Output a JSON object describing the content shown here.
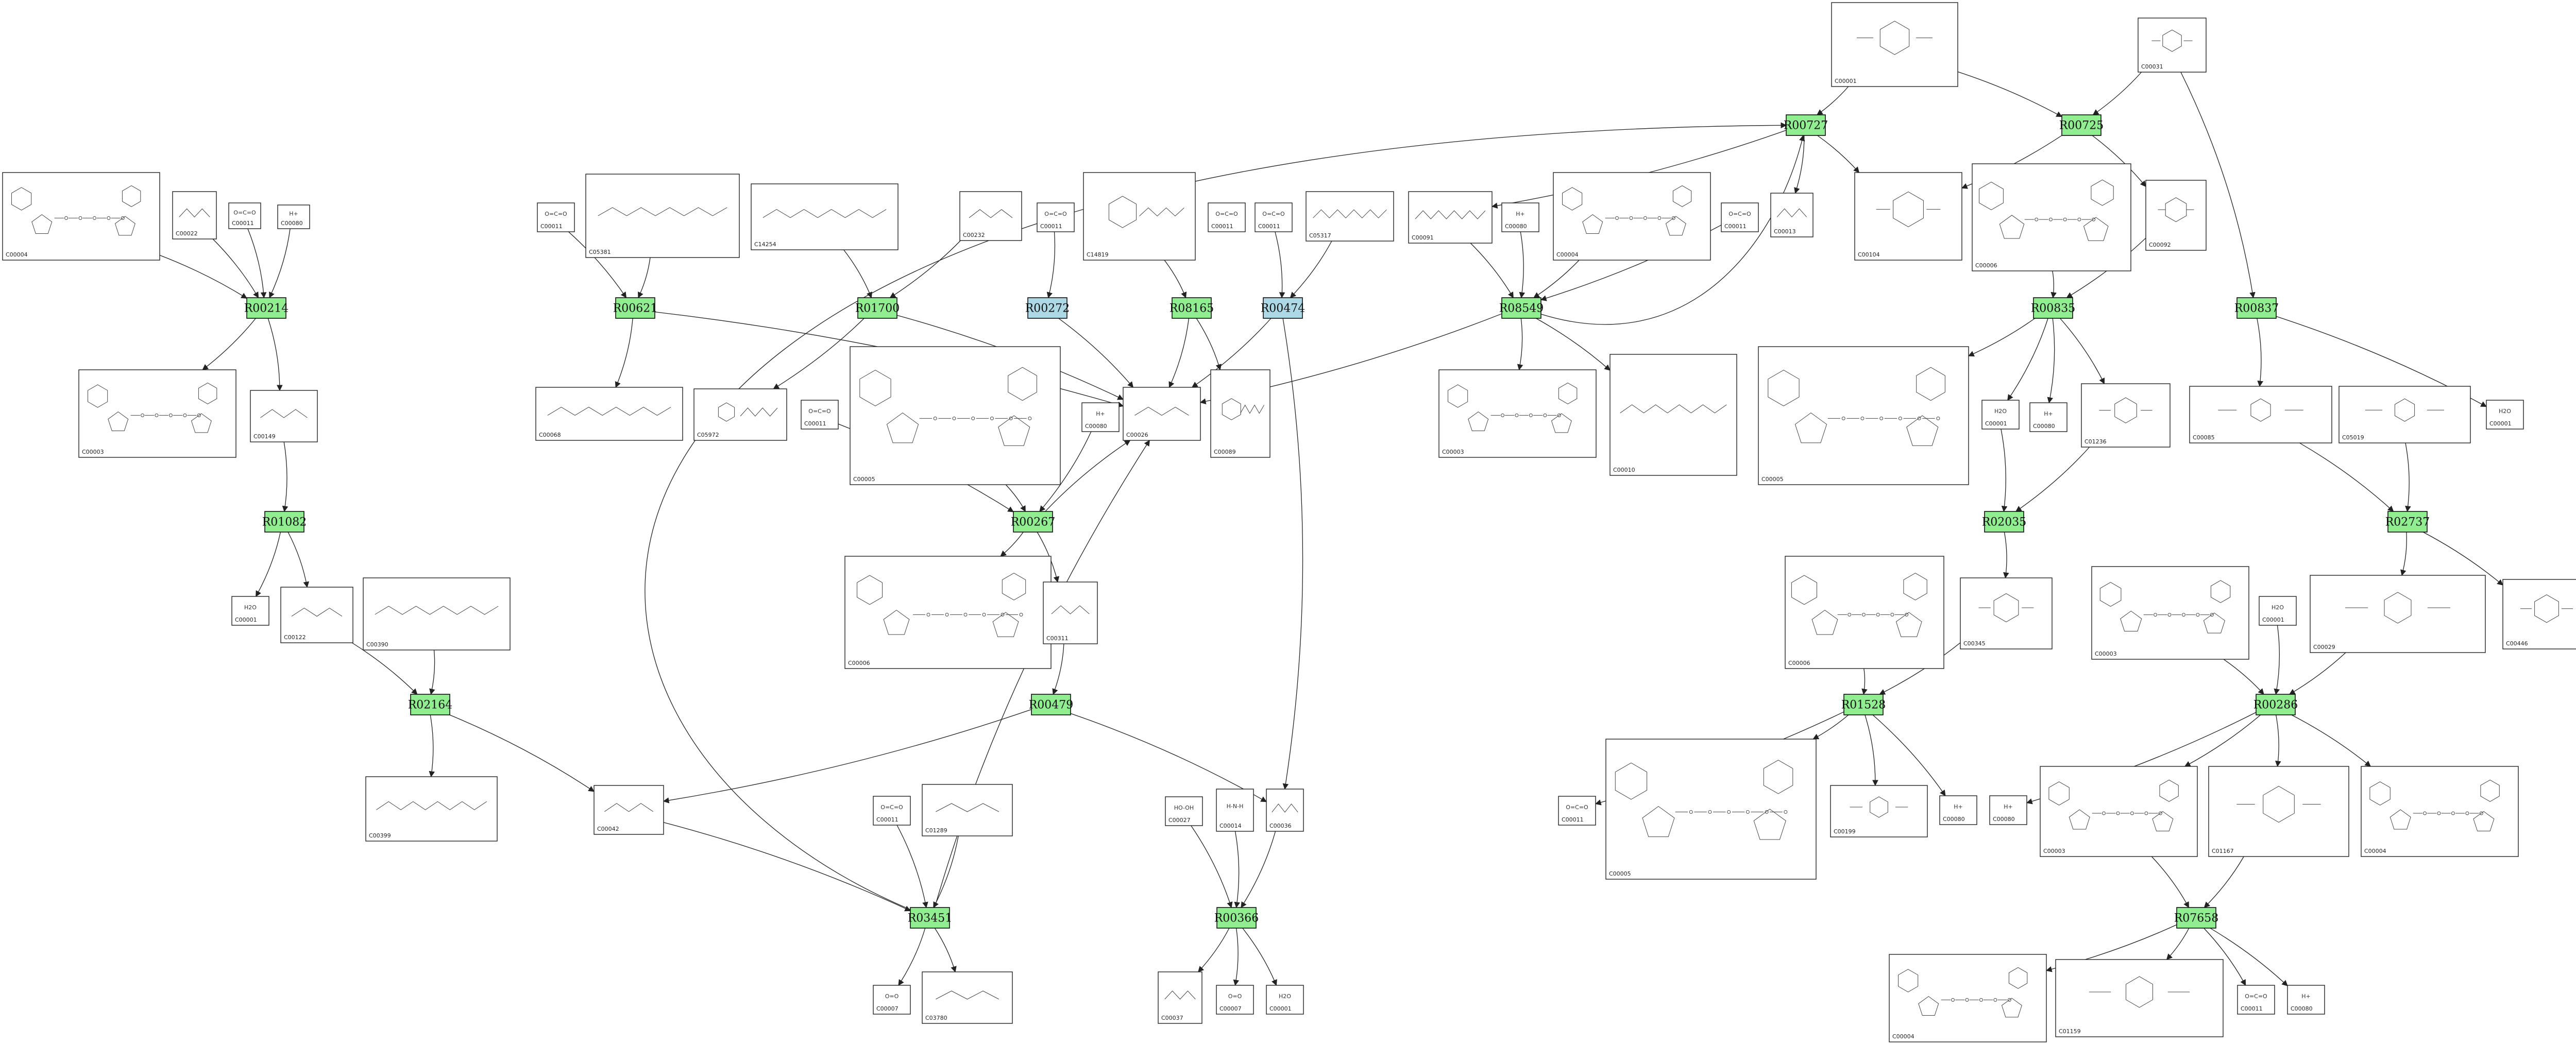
{
  "colors": {
    "reaction_green": "#90ee90",
    "reaction_blue": "#add8e6",
    "edge": "#222222",
    "box_border": "#222222"
  },
  "reactions": [
    {
      "id": "R00727",
      "color": "green"
    },
    {
      "id": "R00725",
      "color": "green"
    },
    {
      "id": "R00214",
      "color": "green"
    },
    {
      "id": "R00621",
      "color": "green"
    },
    {
      "id": "R01700",
      "color": "green"
    },
    {
      "id": "R00272",
      "color": "blue"
    },
    {
      "id": "R08165",
      "color": "green"
    },
    {
      "id": "R00474",
      "color": "blue"
    },
    {
      "id": "R08549",
      "color": "green"
    },
    {
      "id": "R00835",
      "color": "green"
    },
    {
      "id": "R00837",
      "color": "green"
    },
    {
      "id": "R01082",
      "color": "green"
    },
    {
      "id": "R00267",
      "color": "green"
    },
    {
      "id": "R02035",
      "color": "green"
    },
    {
      "id": "R02737",
      "color": "green"
    },
    {
      "id": "R02164",
      "color": "green"
    },
    {
      "id": "R00479",
      "color": "green"
    },
    {
      "id": "R01528",
      "color": "green"
    },
    {
      "id": "R00286",
      "color": "green"
    },
    {
      "id": "R03451",
      "color": "green"
    },
    {
      "id": "R00366",
      "color": "green"
    },
    {
      "id": "R07658",
      "color": "green"
    }
  ],
  "compounds": [
    {
      "key": "c1",
      "id": "C00001",
      "glyph": "",
      "kind": "nucleotide"
    },
    {
      "key": "c2",
      "id": "C00031",
      "glyph": "",
      "kind": "sugar"
    },
    {
      "key": "c3",
      "id": "C00004",
      "glyph": "",
      "kind": "nad"
    },
    {
      "key": "c4",
      "id": "C00022",
      "glyph": "",
      "kind": "small"
    },
    {
      "key": "c5",
      "id": "C00011",
      "glyph": "O=C=O",
      "kind": "gas"
    },
    {
      "key": "c6",
      "id": "C00080",
      "glyph": "H+",
      "kind": "ion"
    },
    {
      "key": "c7",
      "id": "C00011",
      "glyph": "O=C=O",
      "kind": "gas"
    },
    {
      "key": "c8",
      "id": "C05381",
      "glyph": "",
      "kind": "cofactor"
    },
    {
      "key": "c9",
      "id": "C14254",
      "glyph": "",
      "kind": "chain"
    },
    {
      "key": "c10",
      "id": "C00232",
      "glyph": "",
      "kind": "small"
    },
    {
      "key": "c11",
      "id": "C00011",
      "glyph": "O=C=O",
      "kind": "gas"
    },
    {
      "key": "c12",
      "id": "C14819",
      "glyph": "",
      "kind": "ring"
    },
    {
      "key": "c13",
      "id": "C00011",
      "glyph": "O=C=O",
      "kind": "gas"
    },
    {
      "key": "c14",
      "id": "C00011",
      "glyph": "O=C=O",
      "kind": "gas"
    },
    {
      "key": "c15",
      "id": "C05317",
      "glyph": "",
      "kind": "chain"
    },
    {
      "key": "c16",
      "id": "C00091",
      "glyph": "",
      "kind": "coa"
    },
    {
      "key": "c17",
      "id": "C00080",
      "glyph": "H+",
      "kind": "ion"
    },
    {
      "key": "c18",
      "id": "C00004",
      "glyph": "",
      "kind": "nad"
    },
    {
      "key": "c19",
      "id": "C00011",
      "glyph": "O=C=O",
      "kind": "gas"
    },
    {
      "key": "c20",
      "id": "C00013",
      "glyph": "",
      "kind": "small"
    },
    {
      "key": "c21",
      "id": "C00104",
      "glyph": "",
      "kind": "nucleotide"
    },
    {
      "key": "c22",
      "id": "C00006",
      "glyph": "",
      "kind": "nad"
    },
    {
      "key": "c23",
      "id": "C00092",
      "glyph": "",
      "kind": "sugar"
    },
    {
      "key": "c24",
      "id": "C00003",
      "glyph": "",
      "kind": "nad"
    },
    {
      "key": "c25",
      "id": "C00149",
      "glyph": "",
      "kind": "small"
    },
    {
      "key": "c26",
      "id": "C00068",
      "glyph": "",
      "kind": "cofactor"
    },
    {
      "key": "c27",
      "id": "C05972",
      "glyph": "",
      "kind": "ring"
    },
    {
      "key": "c28",
      "id": "C00011",
      "glyph": "O=C=O",
      "kind": "gas"
    },
    {
      "key": "c29",
      "id": "C00005",
      "glyph": "",
      "kind": "nad"
    },
    {
      "key": "c30",
      "id": "C00080",
      "glyph": "H+",
      "kind": "ion"
    },
    {
      "key": "c31",
      "id": "C00026",
      "glyph": "",
      "kind": "small"
    },
    {
      "key": "c32",
      "id": "C00089",
      "glyph": "",
      "kind": "ring"
    },
    {
      "key": "c33",
      "id": "C00003",
      "glyph": "",
      "kind": "nad"
    },
    {
      "key": "c34",
      "id": "C00010",
      "glyph": "",
      "kind": "coa"
    },
    {
      "key": "c35",
      "id": "C00005",
      "glyph": "",
      "kind": "nad"
    },
    {
      "key": "c36",
      "id": "C00001",
      "glyph": "H2O",
      "kind": "ion"
    },
    {
      "key": "c37",
      "id": "C00080",
      "glyph": "H+",
      "kind": "ion"
    },
    {
      "key": "c38",
      "id": "C01236",
      "glyph": "",
      "kind": "sugar"
    },
    {
      "key": "c39",
      "id": "C00085",
      "glyph": "",
      "kind": "sugar"
    },
    {
      "key": "c40",
      "id": "C05019",
      "glyph": "",
      "kind": "sugar"
    },
    {
      "key": "c41",
      "id": "C00001",
      "glyph": "H2O",
      "kind": "ion"
    },
    {
      "key": "c42",
      "id": "C00001",
      "glyph": "H2O",
      "kind": "ion"
    },
    {
      "key": "c43",
      "id": "C00122",
      "glyph": "",
      "kind": "small"
    },
    {
      "key": "c44",
      "id": "C00390",
      "glyph": "",
      "kind": "chain"
    },
    {
      "key": "c45",
      "id": "C00006",
      "glyph": "",
      "kind": "nad"
    },
    {
      "key": "c46",
      "id": "C00311",
      "glyph": "",
      "kind": "small"
    },
    {
      "key": "c47",
      "id": "C00345",
      "glyph": "",
      "kind": "sugar"
    },
    {
      "key": "c48",
      "id": "C00006",
      "glyph": "",
      "kind": "nad"
    },
    {
      "key": "c49",
      "id": "C00003",
      "glyph": "",
      "kind": "nad"
    },
    {
      "key": "c50",
      "id": "C00001",
      "glyph": "H2O",
      "kind": "ion"
    },
    {
      "key": "c51",
      "id": "C00029",
      "glyph": "",
      "kind": "sugar"
    },
    {
      "key": "c52",
      "id": "C00446",
      "glyph": "",
      "kind": "sugar"
    },
    {
      "key": "c53",
      "id": "C00399",
      "glyph": "",
      "kind": "chain"
    },
    {
      "key": "c54",
      "id": "C00042",
      "glyph": "",
      "kind": "small"
    },
    {
      "key": "c55",
      "id": "C00011",
      "glyph": "O=C=O",
      "kind": "gas"
    },
    {
      "key": "c56",
      "id": "C01289",
      "glyph": "",
      "kind": "small"
    },
    {
      "key": "c57",
      "id": "C00027",
      "glyph": "HO-OH",
      "kind": "ion"
    },
    {
      "key": "c58",
      "id": "C00014",
      "glyph": "H-N-H",
      "kind": "ion"
    },
    {
      "key": "c59",
      "id": "C00036",
      "glyph": "",
      "kind": "small"
    },
    {
      "key": "c60",
      "id": "C00011",
      "glyph": "O=C=O",
      "kind": "gas"
    },
    {
      "key": "c61",
      "id": "C00005",
      "glyph": "",
      "kind": "nad"
    },
    {
      "key": "c62",
      "id": "C00199",
      "glyph": "",
      "kind": "sugar"
    },
    {
      "key": "c63",
      "id": "C00080",
      "glyph": "H+",
      "kind": "ion"
    },
    {
      "key": "c64",
      "id": "C00080",
      "glyph": "H+",
      "kind": "ion"
    },
    {
      "key": "c65",
      "id": "C00003",
      "glyph": "",
      "kind": "nad"
    },
    {
      "key": "c66",
      "id": "C01167",
      "glyph": "",
      "kind": "sugar"
    },
    {
      "key": "c67",
      "id": "C00004",
      "glyph": "",
      "kind": "nad"
    },
    {
      "key": "c68",
      "id": "C00007",
      "glyph": "O=O",
      "kind": "gas"
    },
    {
      "key": "c69",
      "id": "C03780",
      "glyph": "",
      "kind": "small"
    },
    {
      "key": "c70",
      "id": "C00037",
      "glyph": "",
      "kind": "small"
    },
    {
      "key": "c71",
      "id": "C00007",
      "glyph": "O=O",
      "kind": "gas"
    },
    {
      "key": "c72",
      "id": "C00001",
      "glyph": "H2O",
      "kind": "ion"
    },
    {
      "key": "c73",
      "id": "C00004",
      "glyph": "",
      "kind": "nad"
    },
    {
      "key": "c74",
      "id": "C01159",
      "glyph": "",
      "kind": "sugar"
    },
    {
      "key": "c75",
      "id": "C00011",
      "glyph": "O=C=O",
      "kind": "gas"
    },
    {
      "key": "c76",
      "id": "C00080",
      "glyph": "H+",
      "kind": "ion"
    }
  ]
}
